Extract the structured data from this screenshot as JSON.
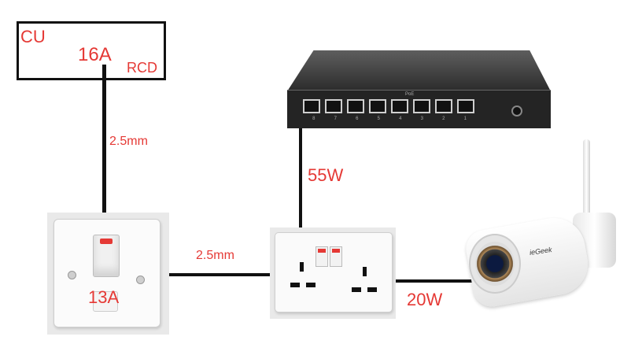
{
  "consumer_unit": {
    "label": "CU",
    "rating": "16A",
    "protection": "RCD"
  },
  "cables": {
    "cu_to_spur": "2.5mm",
    "spur_to_socket": "2.5mm"
  },
  "fused_spur": {
    "rating": "13A"
  },
  "poe_switch": {
    "power": "55W",
    "port_numbers": [
      "8",
      "7",
      "6",
      "5",
      "4",
      "3",
      "2",
      "1"
    ],
    "panel_text": "PoE"
  },
  "camera": {
    "brand": "ieGeek",
    "power": "20W"
  },
  "colors": {
    "annotation": "#e53935",
    "wire": "#111111"
  }
}
